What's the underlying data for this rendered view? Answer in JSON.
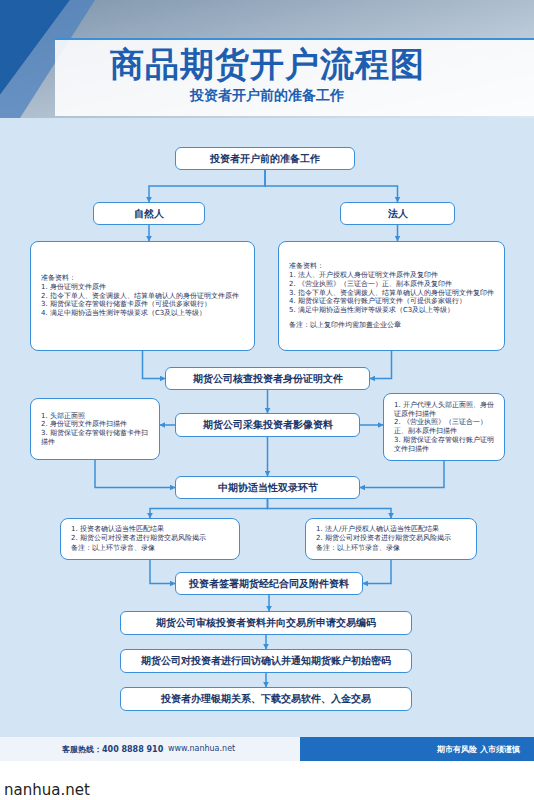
{
  "diagram": {
    "title": "商品期货开户流程图",
    "nodes": [
      {
        "text": [
          "投资者开户前的准备工作"
        ]
      },
      {
        "text": [
          "自然人"
        ]
      },
      {
        "text": [
          "法人"
        ]
      },
      {
        "text": [
          "准备资料：",
          "1. 身份证明文件原件",
          "2. 指令下单人、资金调拨人、结算单确认人的身份证明文件原件",
          "3. 期货保证金存管银行储蓄卡原件（可提供多家银行）",
          "4. 满足中期协适当性测评等级要求（C3及以上等级）"
        ]
      },
      {
        "text": [
          "准备资料：",
          "1. 法人、开户授权人身份证明文件原件及复印件",
          "2. 《营业执照》（三证合一）正、副本原件及复印件",
          "3. 指令下单人、资金调拨人、结算单确认人的身份证明文件复印件",
          "4. 期货保证金存管银行账户证明文件（可提供多家银行）",
          "5. 满足中期协适当性测评等级要求（C3及以上等级）",
          "备注：以上复印件均需加盖企业公章"
        ]
      },
      {
        "text": [
          "期货公司核查投资者身份证明文件"
        ]
      },
      {
        "text": [
          "1. 头部正面照",
          "2. 身份证明文件原件扫描件",
          "3. 期货保证金存管银行储蓄卡件扫描件"
        ]
      },
      {
        "text": [
          "期货公司采集投资者影像资料"
        ]
      },
      {
        "text": [
          "1. 开户代理人头部正面照、身份证原件扫描件",
          "2. 《营业执照》（三证合一）正、副本原件扫描件",
          "3. 期货保证金存管银行账户证明文件扫描件"
        ]
      },
      {
        "text": [
          "中期协适当性双录环节"
        ]
      },
      {
        "text": [
          "1. 投资者确认适当性匹配结果",
          "2. 期货公司对投资者进行期货交易风险揭示",
          "备注：以上环节录音、录像"
        ]
      },
      {
        "text": [
          "1. 法人/开户授权人确认适当性匹配结果",
          "2. 期货公司对投资者进行期货交易风险揭示",
          "备注：以上环节录音、录像"
        ]
      },
      {
        "text": [
          "投资者签署期货经纪合同及附件资料"
        ]
      },
      {
        "text": [
          "期货公司审核投资者资料并向交易所申请交易编码"
        ]
      },
      {
        "text": [
          "期货公司对投资者进行回访确认并通知期货账户初始密码"
        ]
      },
      {
        "text": [
          "投资者办理银期关系、下载交易软件、入金交易"
        ]
      }
    ],
    "edges": [
      {
        "from": 0,
        "to": 1,
        "arrow": "to"
      },
      {
        "from": 0,
        "to": 2,
        "arrow": "to"
      },
      {
        "from": 1,
        "to": 3,
        "arrow": "to"
      },
      {
        "from": 2,
        "to": 4,
        "arrow": "to"
      },
      {
        "from": 3,
        "to": 5,
        "arrow": "to"
      },
      {
        "from": 4,
        "to": 5,
        "arrow": "to"
      },
      {
        "from": 5,
        "to": 7,
        "arrow": "to"
      },
      {
        "from": 7,
        "to": 6,
        "arrow": "to"
      },
      {
        "from": 7,
        "to": 8,
        "arrow": "to"
      },
      {
        "from": 7,
        "to": 9,
        "arrow": "to"
      },
      {
        "from": 6,
        "to": 9,
        "arrow": "to"
      },
      {
        "from": 8,
        "to": 9,
        "arrow": "to"
      },
      {
        "from": 9,
        "to": 10,
        "arrow": "to"
      },
      {
        "from": 9,
        "to": 11,
        "arrow": "to"
      },
      {
        "from": 10,
        "to": 12,
        "arrow": "to"
      },
      {
        "from": 11,
        "to": 12,
        "arrow": "to"
      },
      {
        "from": 12,
        "to": 13,
        "arrow": "to"
      },
      {
        "from": 13,
        "to": 14,
        "arrow": "to"
      },
      {
        "from": 14,
        "to": 15,
        "arrow": "to"
      }
    ],
    "labels": [
      "投资者开户前的准备工作",
      "客服热线：400 8888 910",
      "www.nanhua.net",
      "期市有风险 入市须谨慎",
      "nanhua.net"
    ]
  }
}
